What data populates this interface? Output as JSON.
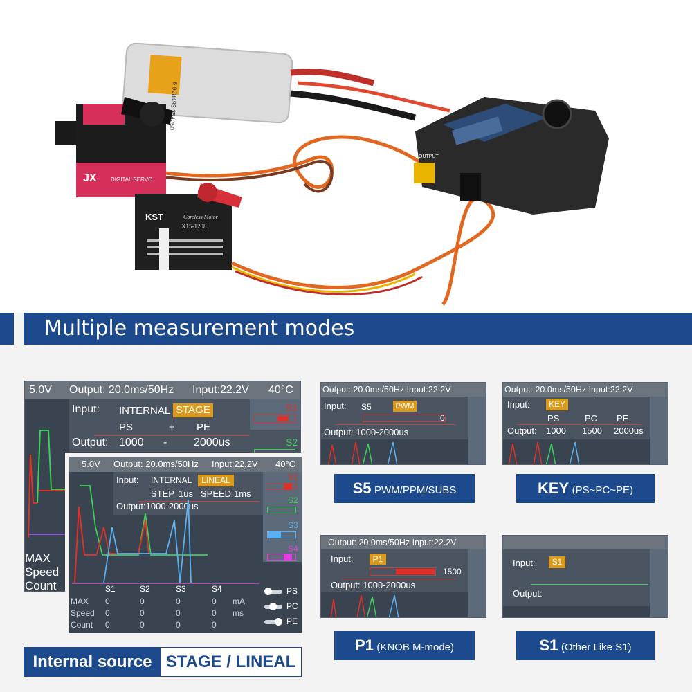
{
  "section_title": "Multiple measurement modes",
  "photo": {
    "servo1_brand": "JX",
    "servo1_label": "DIGITAL SERVO",
    "servo2_brand": "KST",
    "servo2_sub": "Coreless Motor",
    "servo2_model": "X15-1208",
    "device_output": "OUTPUT",
    "battery_code": "6 928493 354250"
  },
  "stage_screen": {
    "voltage": "5.0V",
    "output": "Output: 20.0ms/50Hz",
    "input_v": "Input:22.2V",
    "temp": "40°C",
    "input_label": "Input:",
    "input_source": "INTERNAL",
    "mode": "STAGE",
    "col_ps": "PS",
    "plus": "+",
    "col_pe": "PE",
    "output_label": "Output:",
    "out_a": "1000",
    "dash": "-",
    "out_b": "2000us",
    "s1": "S1",
    "s2": "S2",
    "stats": [
      "MAX",
      "Speed",
      "Count"
    ]
  },
  "lineal_screen": {
    "voltage": "5.0V",
    "output": "Output: 20.0ms/50Hz",
    "input_v": "Input:22.2V",
    "temp": "40°C",
    "input_label": "Input:",
    "input_source": "INTERNAL",
    "mode": "LINEAL",
    "step": "STEP",
    "step_v": "1us",
    "speed": "SPEED",
    "speed_v": "1ms",
    "output_range": "Output:1000-2000us",
    "channels": [
      "S1",
      "S2",
      "S3",
      "S4"
    ],
    "rows": [
      {
        "label": "MAX",
        "values": [
          "0",
          "0",
          "0",
          "0"
        ],
        "unit": "mA"
      },
      {
        "label": "Speed",
        "values": [
          "0",
          "0",
          "0",
          "0"
        ],
        "unit": "ms"
      },
      {
        "label": "Count",
        "values": [
          "0",
          "0",
          "0",
          "0"
        ],
        "unit": ""
      }
    ],
    "toggles": [
      "PS",
      "PC",
      "PE"
    ]
  },
  "s5_screen": {
    "header": "Output: 20.0ms/50Hz   Input:22.2V",
    "input_label": "Input:",
    "src": "S5",
    "mode": "PWM",
    "value": "0",
    "output": "Output:  1000-2000us"
  },
  "key_screen": {
    "header": "Output: 20.0ms/50Hz   Input:22.2V",
    "input_label": "Input:",
    "mode": "KEY",
    "cols": [
      "PS",
      "PC",
      "PE"
    ],
    "output_label": "Output:",
    "values": [
      "1000",
      "1500",
      "2000us"
    ]
  },
  "p1_screen": {
    "header": "Output: 20.0ms/50Hz   Input:22.2V",
    "input_label": "Input:",
    "mode": "P1",
    "value": "1500",
    "output": "Output:  1000-2000us"
  },
  "s1_screen": {
    "input_label": "Input:",
    "mode": "S1",
    "output_label": "Output:"
  },
  "captions": {
    "s5_big": "S5",
    "s5_small": "PWM/PPM/SUBS",
    "key_big": "KEY",
    "key_small": "(PS~PC~PE)",
    "p1_big": "P1",
    "p1_small": "(KNOB M-mode)",
    "s1_big": "S1",
    "s1_small": "(Other Like S1)"
  },
  "bottom_label": {
    "left": "Internal source",
    "right": "STAGE / LINEAL"
  },
  "colors": {
    "brand_blue": "#1c4a8c",
    "accent_orange": "#d99a1e",
    "signal_red": "#e0302a",
    "signal_green": "#3ccf5a"
  }
}
